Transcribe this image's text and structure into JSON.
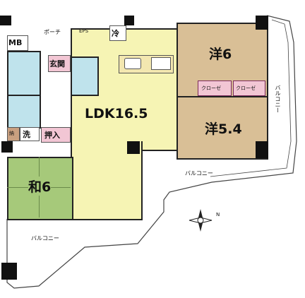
{
  "rooms": {
    "western6": "洋6",
    "western54": "洋5.4",
    "ldk": "LDK16.5",
    "japanese6": "和6",
    "entrance": "玄関",
    "closet": "押入",
    "washroom": "洗",
    "storage": "納",
    "mb": "MB",
    "porch": "ポーチ",
    "eps": "EPS",
    "fridge": "冷",
    "wardrobe1": "クローゼ",
    "wardrobe2": "クローゼ"
  },
  "balconies": {
    "right": "バルコニー",
    "middle": "バルコニー",
    "bottom": "バルコニー"
  },
  "compass": "N",
  "colors": {
    "ldk": "#f6f4b4",
    "western": "#d9bf96",
    "japanese": "#a6c97a",
    "wet": "#bfe3ec",
    "pink": "#f2c6d4",
    "balcony": "#ffffff"
  }
}
